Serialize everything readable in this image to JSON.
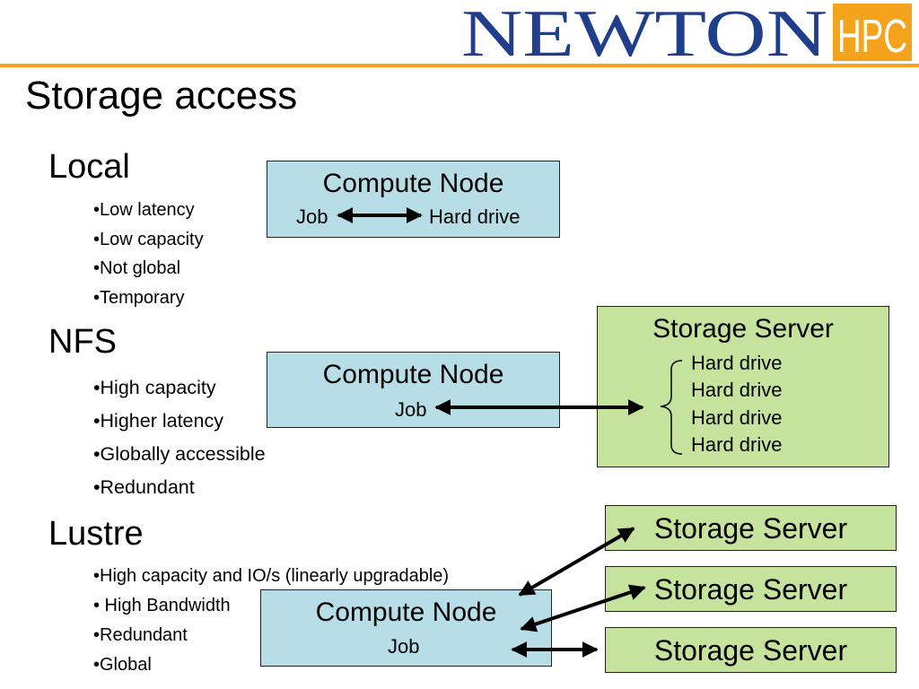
{
  "header": {
    "logo_main": "NEWTON",
    "logo_badge": "HPC"
  },
  "colors": {
    "accent_rule": "#f5a21c",
    "logo_navy": "#1f3f8c",
    "logo_orange": "#f5a21c",
    "node_fill": "#b7dde6",
    "server_fill": "#c6e39e"
  },
  "title": "Storage access",
  "local": {
    "heading": "Local",
    "bullets": [
      "•Low latency",
      "•Low capacity",
      "•Not global",
      "•Temporary"
    ],
    "diagram": {
      "node_title": "Compute Node",
      "job_label": "Job",
      "drive_label": "Hard drive"
    }
  },
  "nfs": {
    "heading": "NFS",
    "bullets": [
      "•High capacity",
      "•Higher latency",
      "•Globally accessible",
      "•Redundant"
    ],
    "diagram": {
      "node_title": "Compute Node",
      "job_label": "Job",
      "server_title": "Storage Server",
      "drives": [
        "Hard drive",
        "Hard drive",
        "Hard drive",
        "Hard drive"
      ]
    }
  },
  "lustre": {
    "heading": "Lustre",
    "bullets": [
      "•High capacity and IO/s (linearly upgradable)",
      "• High Bandwidth",
      "•Redundant",
      "•Global"
    ],
    "diagram": {
      "node_title": "Compute Node",
      "job_label": "Job",
      "servers": [
        "Storage Server",
        "Storage Server",
        "Storage Server"
      ]
    }
  }
}
